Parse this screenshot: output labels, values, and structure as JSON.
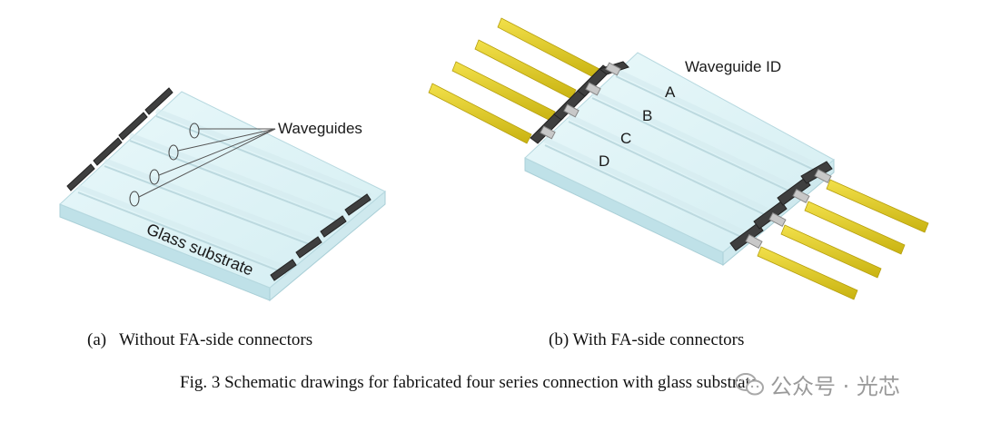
{
  "panel_a": {
    "callout": "Waveguides",
    "substrate_label": "Glass substrate",
    "caption": "(a)   Without FA-side connectors"
  },
  "panel_b": {
    "title": "Waveguide ID",
    "ids": [
      "A",
      "B",
      "C",
      "D"
    ],
    "caption": "(b) With FA-side connectors"
  },
  "figure_caption": "Fig. 3 Schematic drawings for fabricated four series connection with glass substrate",
  "watermark": "公众号 · 光芯",
  "colors": {
    "glass_top": "#dff3f6",
    "glass_side": "#c6e6ec",
    "connector": "#3f3f3f",
    "fiber": "#e3cd1e"
  }
}
